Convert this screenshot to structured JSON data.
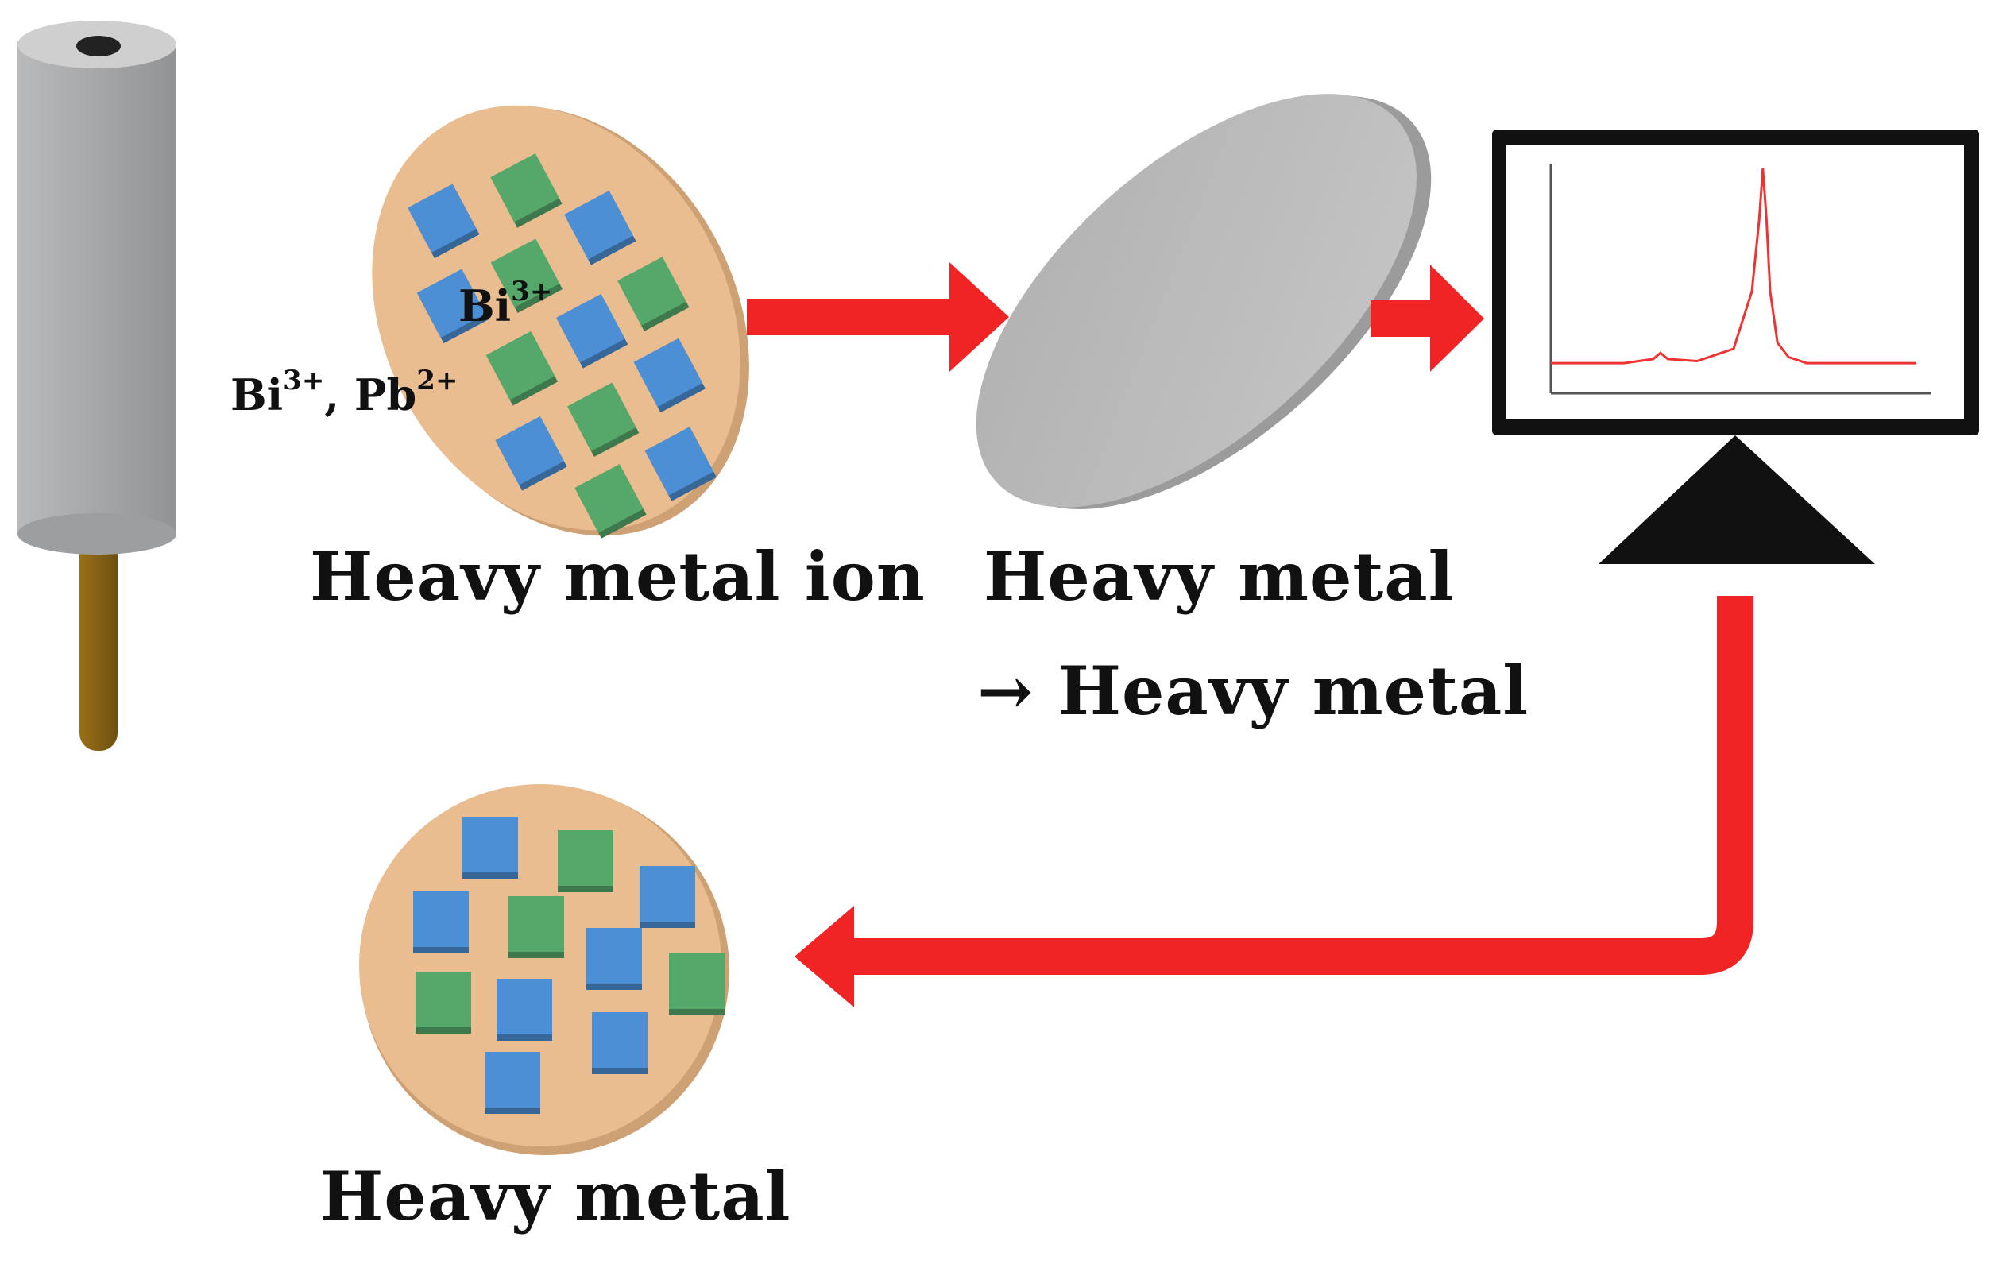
{
  "colors": {
    "arrow": "#f02424",
    "electrode_body": "#a8a9aa",
    "electrode_top": "#c9c9c9",
    "electrode_pin": "#8a6414",
    "disk_fill": "#e9bd8f",
    "disk_edge": "#cda073",
    "square_blue": "#4c8fd4",
    "square_green": "#55a86a",
    "metal_disk": "#bcbcbc",
    "monitor_frame": "#111111",
    "trace": "#ee3333"
  },
  "icons": {
    "electrode": "electrode-icon",
    "ion_disk": "modified-electrode-disk-icon",
    "metal_disk": "metal-plated-disk-icon",
    "monitor": "monitor-icon",
    "stand": "monitor-stand-icon",
    "regenerated_disk": "regenerated-disk-icon"
  },
  "labels": {
    "ions": {
      "base1": "Bi",
      "sup1": "3+",
      "sep": ", ",
      "base2": "Pb",
      "sup2": "2+"
    },
    "surface_ion": {
      "base": "Bi",
      "sup": "3+"
    },
    "step1": "Heavy metal ion",
    "step2_line1": "Heavy metal",
    "step2_line2": "→ Heavy metal",
    "step3": "Heavy metal"
  },
  "spectrum": {
    "description_free_values": true,
    "x": [
      0,
      0.2,
      0.28,
      0.3,
      0.32,
      0.4,
      0.5,
      0.55,
      0.57,
      0.58,
      0.59,
      0.6,
      0.62,
      0.65,
      0.7,
      0.8,
      1.0
    ],
    "y": [
      0.05,
      0.05,
      0.07,
      0.1,
      0.07,
      0.06,
      0.12,
      0.4,
      0.75,
      1.0,
      0.75,
      0.4,
      0.15,
      0.08,
      0.05,
      0.05,
      0.05
    ]
  }
}
